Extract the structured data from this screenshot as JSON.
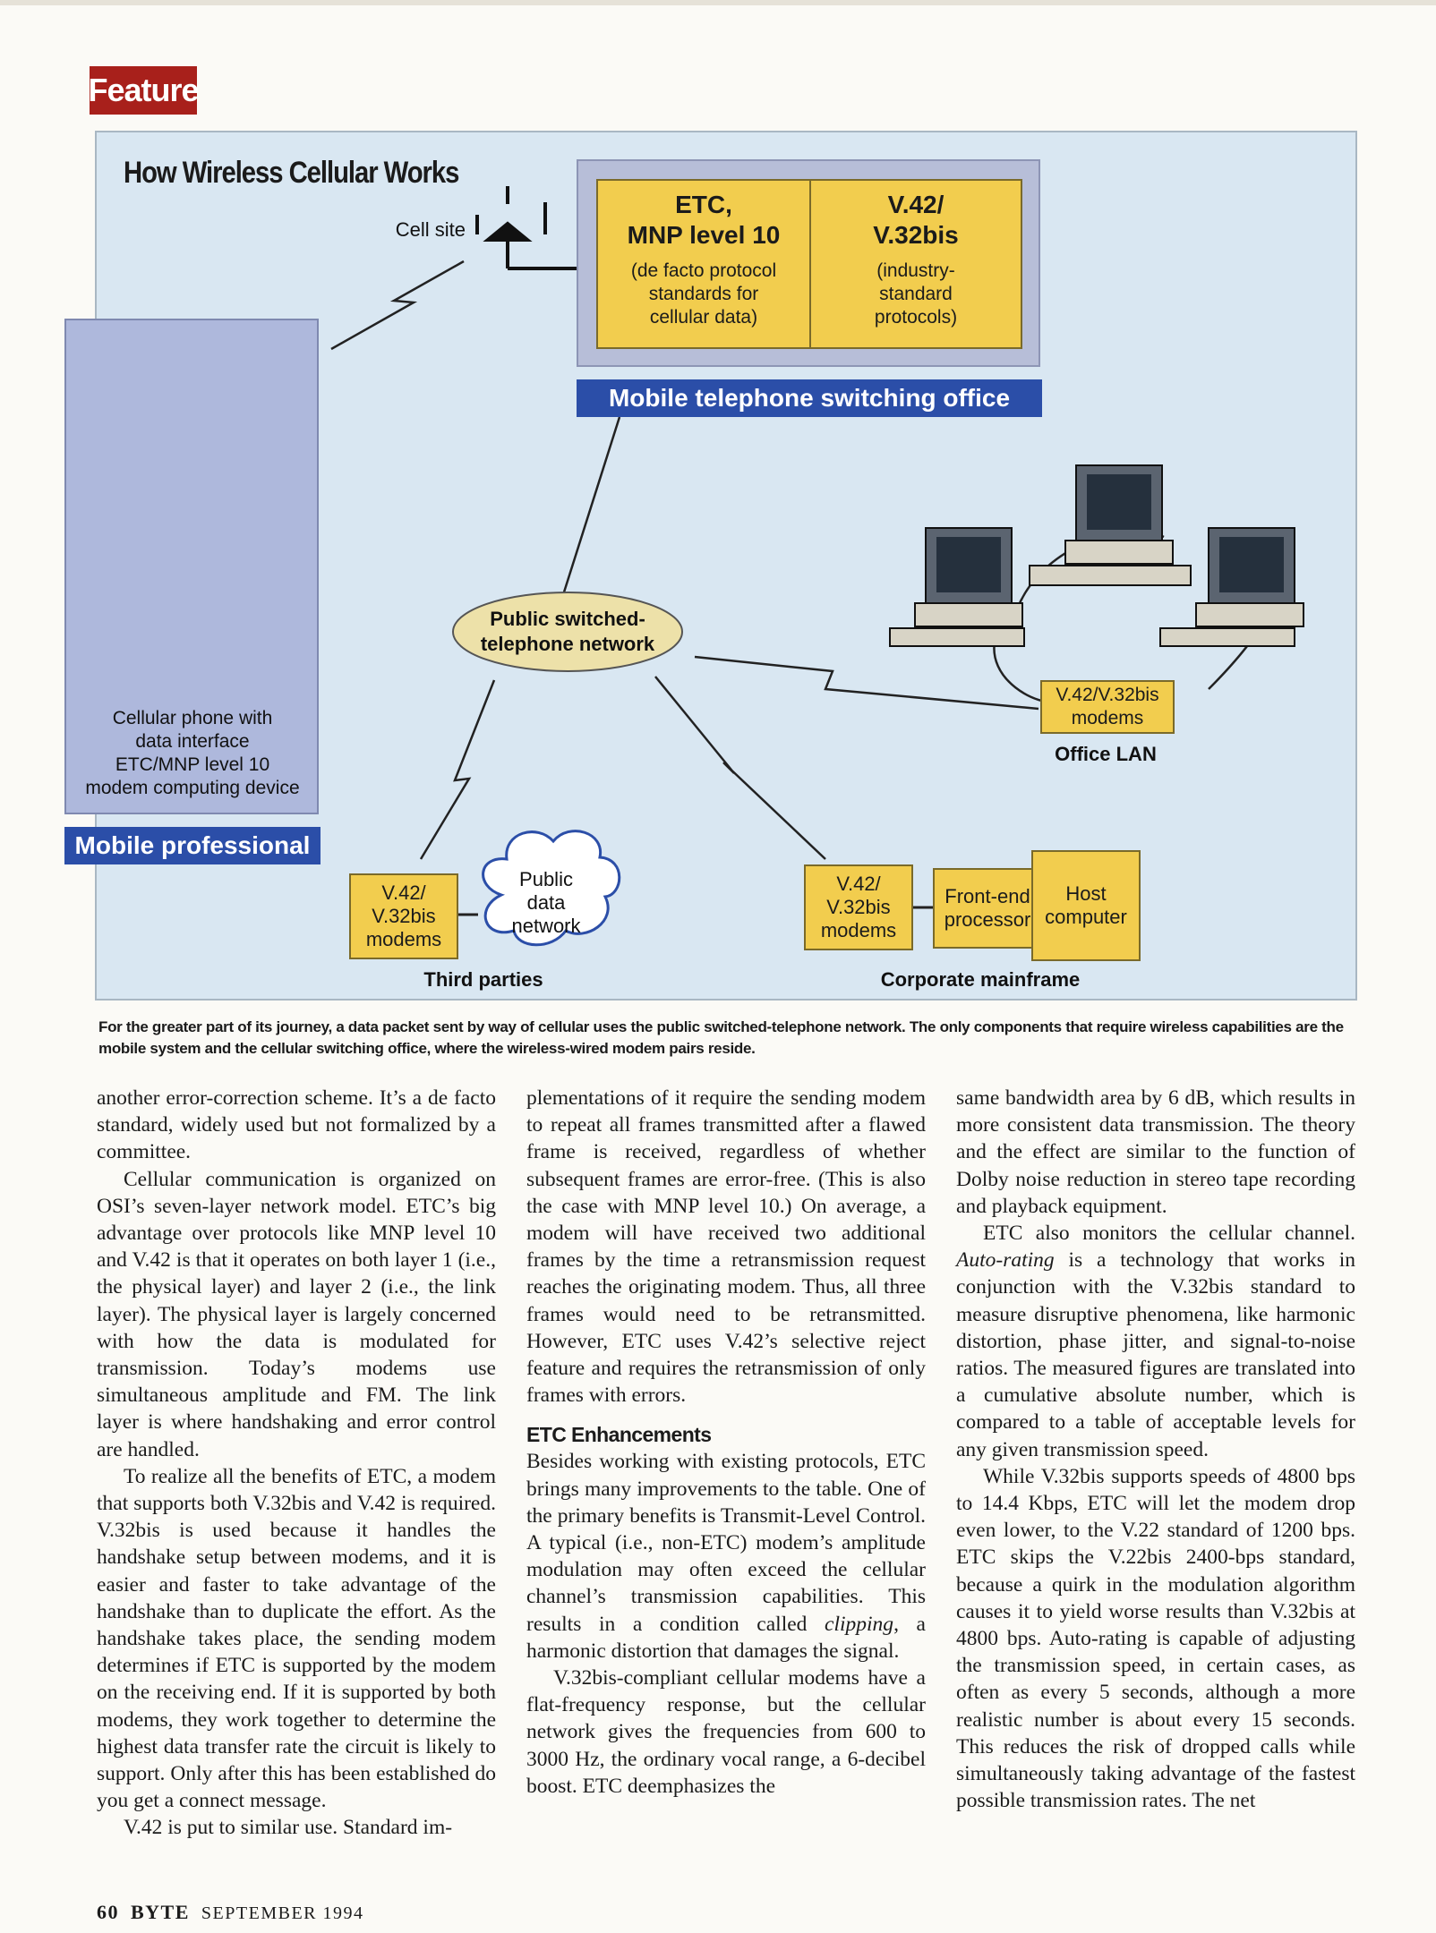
{
  "section_tag": "Feature",
  "diagram": {
    "title": "How Wireless Cellular Works",
    "cell_site": "Cell site",
    "msc_left_title_1": "ETC,",
    "msc_left_title_2": "MNP level 10",
    "msc_left_sub_1": "(de facto protocol",
    "msc_left_sub_2": "standards for",
    "msc_left_sub_3": "cellular data)",
    "msc_right_title_1": "V.42/",
    "msc_right_title_2": "V.32bis",
    "msc_right_sub_1": "(industry-",
    "msc_right_sub_2": "standard",
    "msc_right_sub_3": "protocols)",
    "msc_label": "Mobile telephone switching office",
    "mobile_desc_1": "Cellular phone with",
    "mobile_desc_2": "data interface",
    "mobile_desc_3": "ETC/MNP level 10",
    "mobile_desc_4": "modem computing device",
    "mobile_label": "Mobile professional",
    "pstn_1": "Public switched-",
    "pstn_2": "telephone network",
    "office_modem_1": "V.42/V.32bis",
    "office_modem_2": "modems",
    "office_label": "Office LAN",
    "tp_modem_1": "V.42/",
    "tp_modem_2": "V.32bis",
    "tp_modem_3": "modems",
    "pdn_1": "Public",
    "pdn_2": "data",
    "pdn_3": "network",
    "tp_label": "Third parties",
    "cm_modem_1": "V.42/",
    "cm_modem_2": "V.32bis",
    "cm_modem_3": "modems",
    "fep_1": "Front-end",
    "fep_2": "processor",
    "host_1": "Host",
    "host_2": "computer",
    "cm_label": "Corporate mainframe"
  },
  "caption": "For the greater part of its journey, a data packet sent by way of cellular uses the public switched-telephone network. The only components that require wireless capabilities are the mobile system and the cellular switching office, where the wireless-wired modem pairs reside.",
  "col1": {
    "p1": "another error-correction scheme. It’s a de facto standard, widely used but not formalized by a committee.",
    "p2": "Cellular communication is organized on OSI’s seven-layer network model. ETC’s big advantage over protocols like MNP level 10 and V.42 is that it operates on both layer 1 (i.e., the physical layer) and layer 2 (i.e., the link layer). The physical layer is largely concerned with how the data is modulated for transmission. Today’s modems use simultaneous amplitude and FM. The link layer is where handshaking and error control are handled.",
    "p3": "To realize all the benefits of ETC, a modem that supports both V.32bis and V.42 is required. V.32bis is used because it handles the handshake setup between modems, and it is easier and faster to take advantage of the handshake than to duplicate the effort. As the handshake takes place, the sending modem determines if ETC is supported by the modem on the receiving end. If it is supported by both modems, they work together to determine the highest data transfer rate the circuit is likely to support. Only after this has been established do you get a connect message.",
    "p4": "V.42 is put to similar use. Standard im-"
  },
  "col2": {
    "p1": "plementations of it require the sending modem to repeat all frames transmitted after a flawed frame is received, regardless of whether subsequent frames are error-free. (This is also the case with MNP level 10.) On average, a modem will have received two additional frames by the time a retransmission request reaches the originating modem. Thus, all three frames would need to be retransmitted. However, ETC uses V.42’s selective reject feature and requires the retransmission of only frames with errors.",
    "heading": "ETC Enhancements",
    "p2a": "Besides working with existing protocols, ETC brings many improvements to the table. One of the primary benefits is Transmit-Level Control. A typical (i.e., non-ETC) modem’s amplitude modulation may often exceed the cellular channel’s transmission capabilities. This results in a condition called ",
    "p2_em": "clipping",
    "p2b": ", a harmonic distortion that damages the signal.",
    "p3": "V.32bis-compliant cellular modems have a flat-frequency response, but the cellular network gives the frequencies from 600 to 3000 Hz, the ordinary vocal range, a 6-decibel boost. ETC deemphasizes the"
  },
  "col3": {
    "p1": "same bandwidth area by 6 dB, which results in more consistent data transmission. The theory and the effect are similar to the function of Dolby noise reduction in stereo tape recording and playback equipment.",
    "p2a": "ETC also monitors the cellular channel. ",
    "p2_em": "Auto-rating",
    "p2b": " is a technology that works in conjunction with the V.32bis standard to measure disruptive phenomena, like harmonic distortion, phase jitter, and signal-to-noise ratios. The measured figures are translated into a cumulative absolute number, which is compared to a table of acceptable levels for any given transmission speed.",
    "p3": "While V.32bis supports speeds of 4800 bps to 14.4 Kbps, ETC will let the modem drop even lower, to the V.22 standard of 1200 bps. ETC skips the V.22bis 2400-bps standard, because a quirk in the modulation algorithm causes it to yield worse results than V.32bis at 4800 bps. Auto-rating is capable of adjusting the transmission speed, in certain cases, as often as every 5 seconds, although a more realistic number is about every 15 seconds. This reduces the risk of dropped calls while simultaneously taking advantage of the fastest possible transmission rates. The net"
  },
  "folio": {
    "page": "60",
    "magazine": "BYTE",
    "date": "SEPTEMBER 1994"
  }
}
